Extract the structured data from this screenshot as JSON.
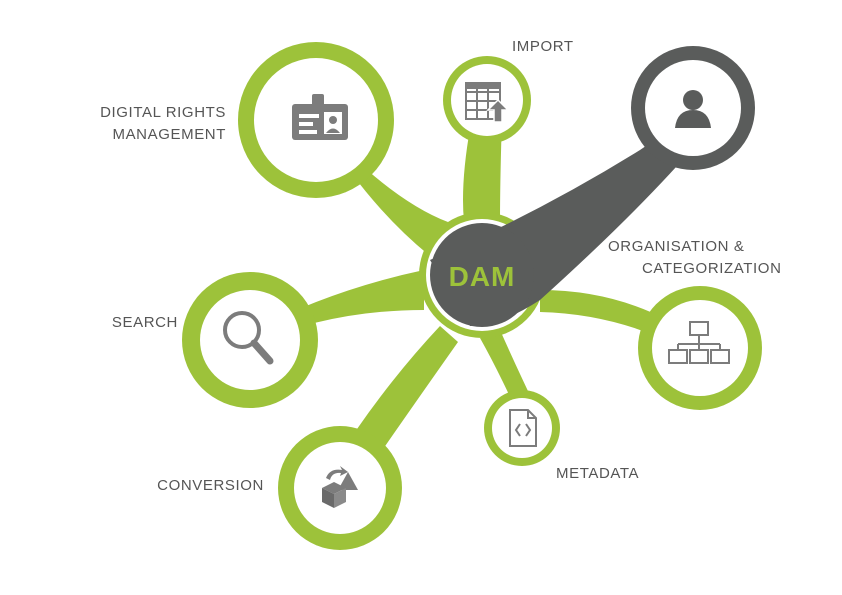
{
  "colors": {
    "green": "#9dc23a",
    "dark_gray": "#5a5c5b",
    "icon_gray": "#7c7c7c",
    "label_gray": "#555555",
    "white": "#ffffff"
  },
  "center": {
    "label": "DAM"
  },
  "nodes": [
    {
      "id": "digital-rights",
      "label_lines": [
        "DIGITAL RIGHTS",
        "MANAGEMENT"
      ],
      "icon": "id-card-icon"
    },
    {
      "id": "import",
      "label_lines": [
        "IMPORT"
      ],
      "icon": "import-grid-icon"
    },
    {
      "id": "user",
      "label_lines": [],
      "icon": "user-icon"
    },
    {
      "id": "organisation",
      "label_lines": [
        "ORGANISATION &",
        "CATEGORIZATION"
      ],
      "icon": "hierarchy-icon"
    },
    {
      "id": "metadata",
      "label_lines": [
        "METADATA"
      ],
      "icon": "code-file-icon"
    },
    {
      "id": "conversion",
      "label_lines": [
        "CONVERSION"
      ],
      "icon": "shapes-convert-icon"
    },
    {
      "id": "search",
      "label_lines": [
        "SEARCH"
      ],
      "icon": "magnifier-icon"
    }
  ]
}
